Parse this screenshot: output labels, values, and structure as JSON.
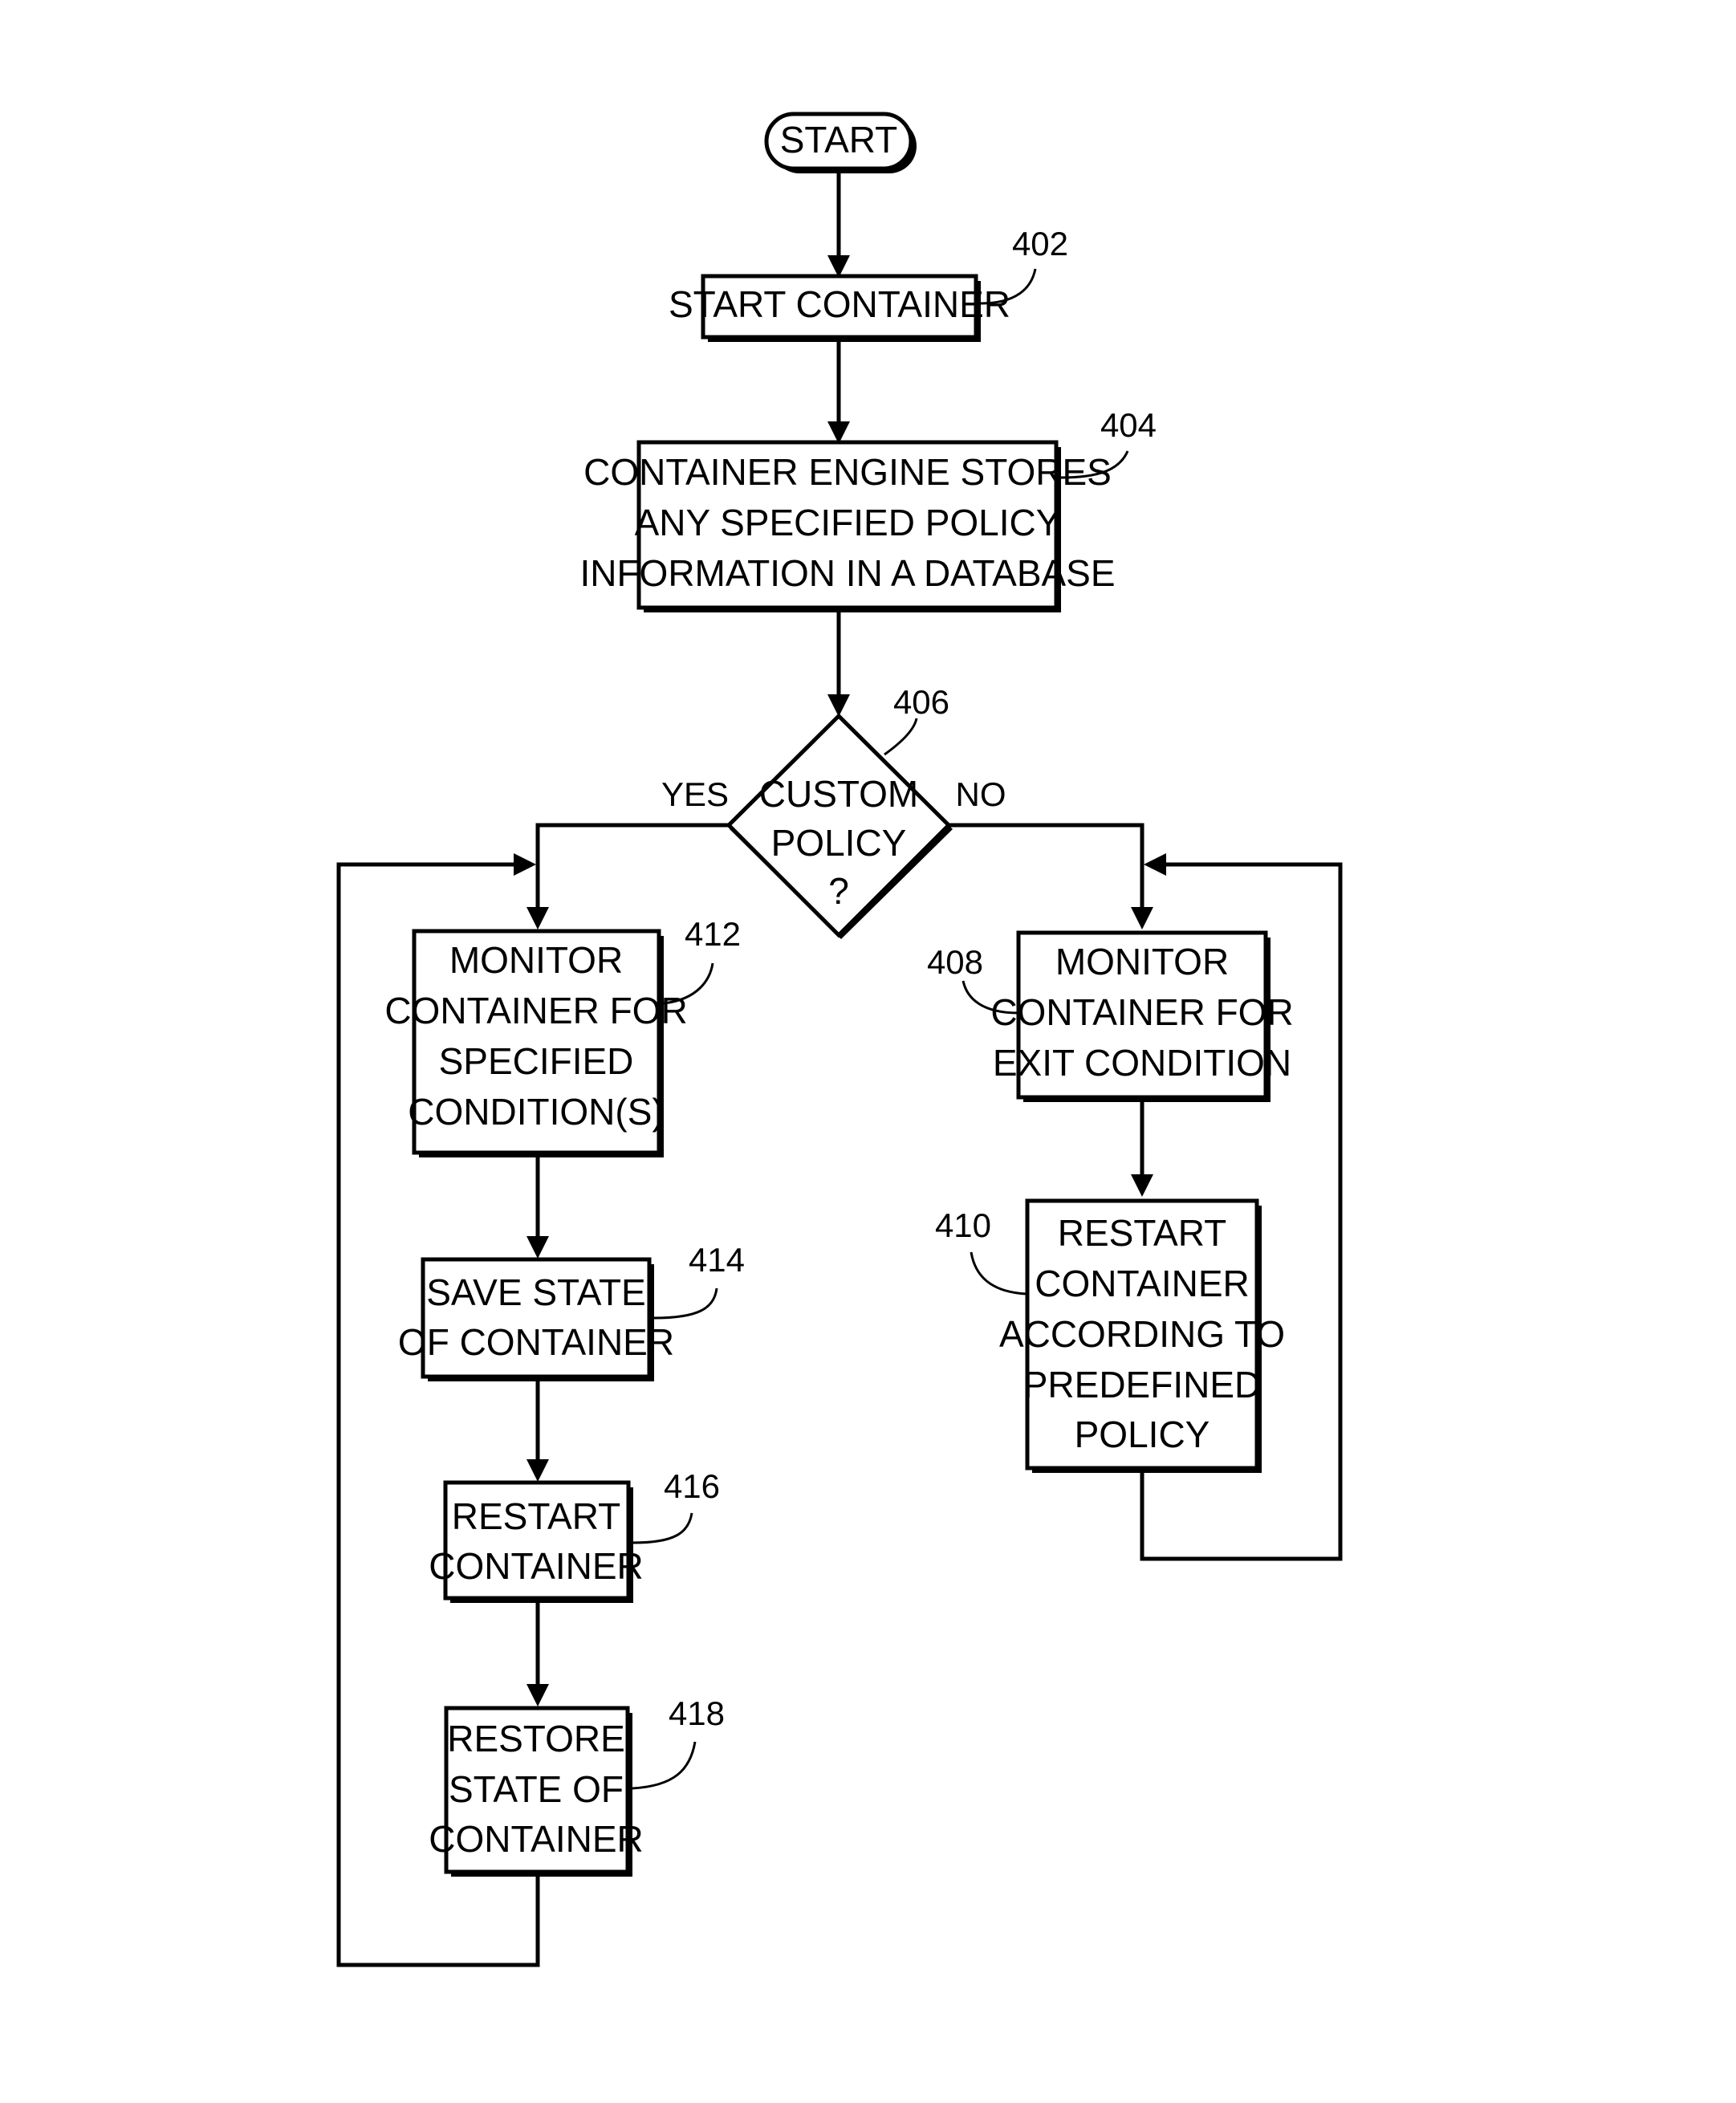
{
  "start": {
    "label": "START"
  },
  "nodes": {
    "n402": {
      "ref": "402",
      "lines": [
        "START CONTAINER"
      ]
    },
    "n404": {
      "ref": "404",
      "lines": [
        "CONTAINER ENGINE STORES",
        "ANY SPECIFIED POLICY",
        "INFORMATION IN A DATABASE"
      ]
    },
    "n406": {
      "ref": "406",
      "lines": [
        "CUSTOM",
        "POLICY",
        "?"
      ]
    },
    "n408": {
      "ref": "408",
      "lines": [
        "MONITOR",
        "CONTAINER FOR",
        "EXIT CONDITION"
      ]
    },
    "n410": {
      "ref": "410",
      "lines": [
        "RESTART",
        "CONTAINER",
        "ACCORDING TO",
        "PREDEFINED",
        "POLICY"
      ]
    },
    "n412": {
      "ref": "412",
      "lines": [
        "MONITOR",
        "CONTAINER FOR",
        "SPECIFIED",
        "CONDITION(S)"
      ]
    },
    "n414": {
      "ref": "414",
      "lines": [
        "SAVE STATE",
        "OF CONTAINER"
      ]
    },
    "n416": {
      "ref": "416",
      "lines": [
        "RESTART",
        "CONTAINER"
      ]
    },
    "n418": {
      "ref": "418",
      "lines": [
        "RESTORE",
        "STATE OF",
        "CONTAINER"
      ]
    }
  },
  "branches": {
    "yes": "YES",
    "no": "NO"
  }
}
